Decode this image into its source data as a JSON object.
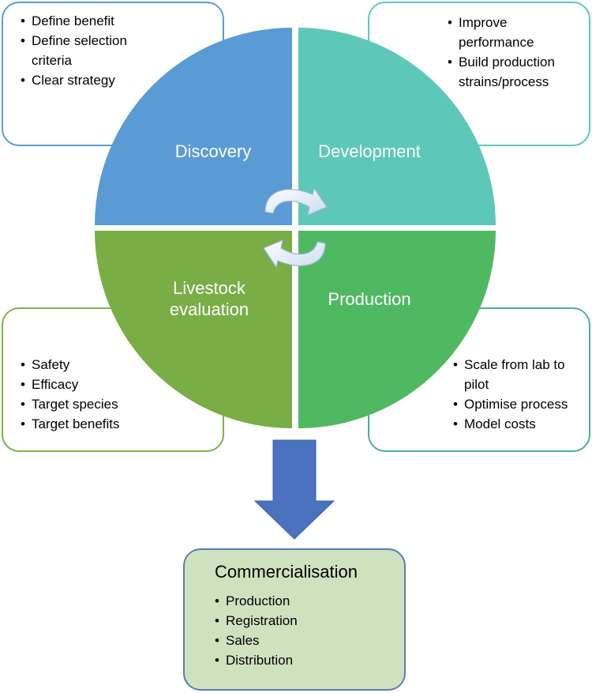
{
  "quadrants": {
    "discovery": {
      "label": "Discovery",
      "color": "#5b9bd5",
      "bullets": [
        "Define benefit",
        "Define selection criteria",
        "Clear strategy"
      ]
    },
    "development": {
      "label": "Development",
      "color": "#5ec8b8",
      "bullets": [
        "Improve performance",
        "Build production strains/process"
      ]
    },
    "livestock": {
      "label_line1": "Livestock",
      "label_line2": "evaluation",
      "color": "#79ad46",
      "bullets": [
        "Safety",
        "Efficacy",
        "Target species",
        "Target benefits"
      ]
    },
    "production": {
      "label": "Production",
      "color": "#4fb962",
      "bullets": [
        "Scale from lab to pilot",
        "Optimise process",
        "Model costs"
      ]
    }
  },
  "commercialisation": {
    "title": "Commercialisation",
    "color": "#cfe2c0",
    "bullets": [
      "Production",
      "Registration",
      "Sales",
      "Distribution"
    ]
  },
  "arrow_color": "#4a72bf"
}
